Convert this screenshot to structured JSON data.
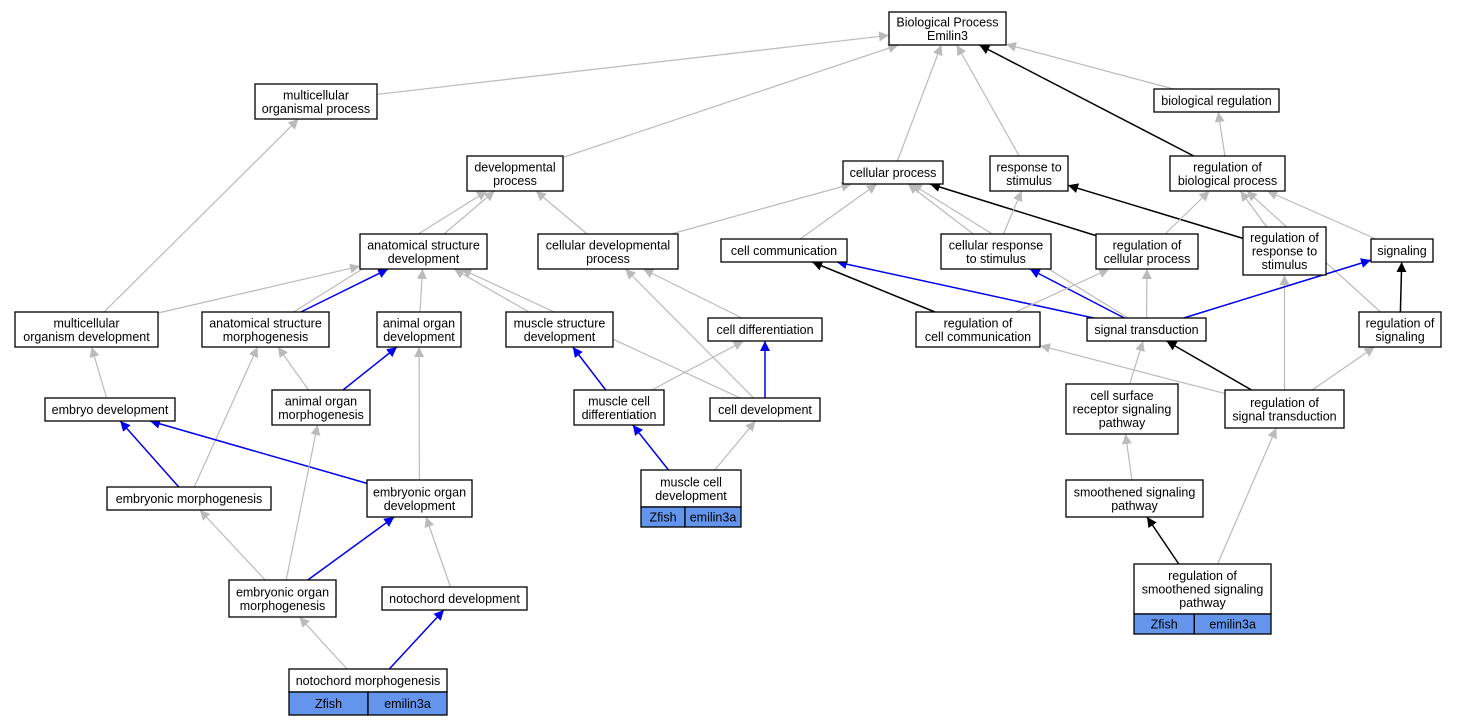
{
  "title_lines": [
    "Biological Process",
    "Emilin3"
  ],
  "colors": {
    "grey": "#bbbbbb",
    "black": "#000000",
    "blue": "#0000ee",
    "annotation": "#6495ed"
  },
  "nodes": [
    {
      "id": "root",
      "lines": [
        "Biological Process",
        "Emilin3"
      ]
    },
    {
      "id": "multicellular_organismal_process",
      "lines": [
        "multicellular",
        "organismal process"
      ]
    },
    {
      "id": "biological_regulation",
      "lines": [
        "biological regulation"
      ]
    },
    {
      "id": "developmental_process",
      "lines": [
        "developmental",
        "process"
      ]
    },
    {
      "id": "cellular_process",
      "lines": [
        "cellular process"
      ]
    },
    {
      "id": "response_to_stimulus",
      "lines": [
        "response to",
        "stimulus"
      ]
    },
    {
      "id": "regulation_of_biological_process",
      "lines": [
        "regulation of",
        "biological process"
      ]
    },
    {
      "id": "anatomical_structure_development",
      "lines": [
        "anatomical structure",
        "development"
      ]
    },
    {
      "id": "cellular_developmental_process",
      "lines": [
        "cellular developmental",
        "process"
      ]
    },
    {
      "id": "cell_communication",
      "lines": [
        "cell communication"
      ]
    },
    {
      "id": "cellular_response_to_stimulus",
      "lines": [
        "cellular response",
        "to stimulus"
      ]
    },
    {
      "id": "regulation_of_cellular_process",
      "lines": [
        "regulation of",
        "cellular process"
      ]
    },
    {
      "id": "regulation_of_response_to_stimulus",
      "lines": [
        "regulation of",
        "response to",
        "stimulus"
      ]
    },
    {
      "id": "signaling",
      "lines": [
        "signaling"
      ]
    },
    {
      "id": "multicellular_organism_development",
      "lines": [
        "multicellular",
        "organism development"
      ]
    },
    {
      "id": "anatomical_structure_morphogenesis",
      "lines": [
        "anatomical structure",
        "morphogenesis"
      ]
    },
    {
      "id": "animal_organ_development",
      "lines": [
        "animal organ",
        "development"
      ]
    },
    {
      "id": "muscle_structure_development",
      "lines": [
        "muscle structure",
        "development"
      ]
    },
    {
      "id": "cell_differentiation",
      "lines": [
        "cell differentiation"
      ]
    },
    {
      "id": "regulation_of_cell_communication",
      "lines": [
        "regulation of",
        "cell communication"
      ]
    },
    {
      "id": "signal_transduction",
      "lines": [
        "signal transduction"
      ]
    },
    {
      "id": "regulation_of_signaling",
      "lines": [
        "regulation of",
        "signaling"
      ]
    },
    {
      "id": "embryo_development",
      "lines": [
        "embryo development"
      ]
    },
    {
      "id": "animal_organ_morphogenesis",
      "lines": [
        "animal organ",
        "morphogenesis"
      ]
    },
    {
      "id": "muscle_cell_differentiation",
      "lines": [
        "muscle cell",
        "differentiation"
      ]
    },
    {
      "id": "cell_development",
      "lines": [
        "cell development"
      ]
    },
    {
      "id": "cell_surface_receptor_signaling_pathway",
      "lines": [
        "cell surface",
        "receptor signaling",
        "pathway"
      ]
    },
    {
      "id": "regulation_of_signal_transduction",
      "lines": [
        "regulation of",
        "signal transduction"
      ]
    },
    {
      "id": "embryonic_morphogenesis",
      "lines": [
        "embryonic morphogenesis"
      ]
    },
    {
      "id": "embryonic_organ_development",
      "lines": [
        "embryonic organ",
        "development"
      ]
    },
    {
      "id": "muscle_cell_development",
      "lines": [
        "muscle cell",
        "development"
      ],
      "annotation": [
        "Zfish",
        "emilin3a"
      ]
    },
    {
      "id": "smoothened_signaling_pathway",
      "lines": [
        "smoothened signaling",
        "pathway"
      ]
    },
    {
      "id": "embryonic_organ_morphogenesis",
      "lines": [
        "embryonic organ",
        "morphogenesis"
      ]
    },
    {
      "id": "notochord_development",
      "lines": [
        "notochord development"
      ]
    },
    {
      "id": "regulation_of_smoothened_signaling_pathway",
      "lines": [
        "regulation of",
        "smoothened signaling",
        "pathway"
      ],
      "annotation": [
        "Zfish",
        "emilin3a"
      ]
    },
    {
      "id": "notochord_morphogenesis",
      "lines": [
        "notochord morphogenesis"
      ],
      "annotation": [
        "Zfish",
        "emilin3a"
      ]
    }
  ],
  "edges": [
    {
      "from": "multicellular_organismal_process",
      "to": "root",
      "color": "grey"
    },
    {
      "from": "developmental_process",
      "to": "root",
      "color": "grey"
    },
    {
      "from": "cellular_process",
      "to": "root",
      "color": "grey"
    },
    {
      "from": "response_to_stimulus",
      "to": "root",
      "color": "grey"
    },
    {
      "from": "regulation_of_biological_process",
      "to": "root",
      "color": "black"
    },
    {
      "from": "biological_regulation",
      "to": "root",
      "color": "grey"
    },
    {
      "from": "regulation_of_biological_process",
      "to": "biological_regulation",
      "color": "grey"
    },
    {
      "from": "multicellular_organism_development",
      "to": "multicellular_organismal_process",
      "color": "grey"
    },
    {
      "from": "anatomical_structure_development",
      "to": "developmental_process",
      "color": "grey"
    },
    {
      "from": "anatomical_structure_morphogenesis",
      "to": "developmental_process",
      "color": "grey"
    },
    {
      "from": "cellular_developmental_process",
      "to": "developmental_process",
      "color": "grey"
    },
    {
      "from": "cellular_developmental_process",
      "to": "cellular_process",
      "color": "grey"
    },
    {
      "from": "cell_communication",
      "to": "cellular_process",
      "color": "grey"
    },
    {
      "from": "cellular_response_to_stimulus",
      "to": "cellular_process",
      "color": "grey"
    },
    {
      "from": "regulation_of_cellular_process",
      "to": "cellular_process",
      "color": "black"
    },
    {
      "from": "signal_transduction",
      "to": "cellular_process",
      "color": "grey"
    },
    {
      "from": "cellular_response_to_stimulus",
      "to": "response_to_stimulus",
      "color": "grey"
    },
    {
      "from": "regulation_of_response_to_stimulus",
      "to": "response_to_stimulus",
      "color": "black"
    },
    {
      "from": "regulation_of_cellular_process",
      "to": "regulation_of_biological_process",
      "color": "grey"
    },
    {
      "from": "regulation_of_response_to_stimulus",
      "to": "regulation_of_biological_process",
      "color": "grey"
    },
    {
      "from": "signaling",
      "to": "regulation_of_biological_process",
      "color": "grey"
    },
    {
      "from": "regulation_of_signaling",
      "to": "regulation_of_biological_process",
      "color": "grey"
    },
    {
      "from": "multicellular_organism_development",
      "to": "anatomical_structure_development",
      "color": "grey"
    },
    {
      "from": "anatomical_structure_morphogenesis",
      "to": "anatomical_structure_development",
      "color": "blue"
    },
    {
      "from": "animal_organ_development",
      "to": "anatomical_structure_development",
      "color": "grey"
    },
    {
      "from": "muscle_structure_development",
      "to": "anatomical_structure_development",
      "color": "grey"
    },
    {
      "from": "cell_development",
      "to": "anatomical_structure_development",
      "color": "grey"
    },
    {
      "from": "cell_differentiation",
      "to": "cellular_developmental_process",
      "color": "grey"
    },
    {
      "from": "cell_development",
      "to": "cellular_developmental_process",
      "color": "grey"
    },
    {
      "from": "regulation_of_cell_communication",
      "to": "cell_communication",
      "color": "black"
    },
    {
      "from": "signal_transduction",
      "to": "cell_communication",
      "color": "blue"
    },
    {
      "from": "signal_transduction",
      "to": "cellular_response_to_stimulus",
      "color": "blue"
    },
    {
      "from": "regulation_of_cell_communication",
      "to": "regulation_of_cellular_process",
      "color": "grey"
    },
    {
      "from": "signal_transduction",
      "to": "regulation_of_cellular_process",
      "color": "grey"
    },
    {
      "from": "regulation_of_signal_transduction",
      "to": "regulation_of_response_to_stimulus",
      "color": "grey"
    },
    {
      "from": "signal_transduction",
      "to": "signaling",
      "color": "blue"
    },
    {
      "from": "regulation_of_signaling",
      "to": "signaling",
      "color": "black"
    },
    {
      "from": "embryo_development",
      "to": "multicellular_organism_development",
      "color": "grey"
    },
    {
      "from": "embryonic_morphogenesis",
      "to": "anatomical_structure_morphogenesis",
      "color": "grey"
    },
    {
      "from": "animal_organ_morphogenesis",
      "to": "anatomical_structure_morphogenesis",
      "color": "grey"
    },
    {
      "from": "animal_organ_morphogenesis",
      "to": "animal_organ_development",
      "color": "blue"
    },
    {
      "from": "embryonic_organ_development",
      "to": "animal_organ_development",
      "color": "grey"
    },
    {
      "from": "muscle_cell_differentiation",
      "to": "muscle_structure_development",
      "color": "blue"
    },
    {
      "from": "muscle_cell_differentiation",
      "to": "cell_differentiation",
      "color": "grey"
    },
    {
      "from": "cell_development",
      "to": "cell_differentiation",
      "color": "blue"
    },
    {
      "from": "regulation_of_signal_transduction",
      "to": "regulation_of_cell_communication",
      "color": "grey"
    },
    {
      "from": "cell_surface_receptor_signaling_pathway",
      "to": "signal_transduction",
      "color": "grey"
    },
    {
      "from": "regulation_of_signal_transduction",
      "to": "signal_transduction",
      "color": "black"
    },
    {
      "from": "regulation_of_signal_transduction",
      "to": "regulation_of_signaling",
      "color": "grey"
    },
    {
      "from": "embryonic_morphogenesis",
      "to": "embryo_development",
      "color": "blue"
    },
    {
      "from": "embryonic_organ_development",
      "to": "embryo_development",
      "color": "blue"
    },
    {
      "from": "embryonic_organ_morphogenesis",
      "to": "animal_organ_morphogenesis",
      "color": "grey"
    },
    {
      "from": "muscle_cell_development",
      "to": "muscle_cell_differentiation",
      "color": "blue"
    },
    {
      "from": "muscle_cell_development",
      "to": "cell_development",
      "color": "grey"
    },
    {
      "from": "smoothened_signaling_pathway",
      "to": "cell_surface_receptor_signaling_pathway",
      "color": "grey"
    },
    {
      "from": "regulation_of_smoothened_signaling_pathway",
      "to": "regulation_of_signal_transduction",
      "color": "grey"
    },
    {
      "from": "embryonic_organ_morphogenesis",
      "to": "embryonic_morphogenesis",
      "color": "grey"
    },
    {
      "from": "embryonic_organ_morphogenesis",
      "to": "embryonic_organ_development",
      "color": "blue"
    },
    {
      "from": "notochord_development",
      "to": "embryonic_organ_development",
      "color": "grey"
    },
    {
      "from": "regulation_of_smoothened_signaling_pathway",
      "to": "smoothened_signaling_pathway",
      "color": "black"
    },
    {
      "from": "notochord_morphogenesis",
      "to": "embryonic_organ_morphogenesis",
      "color": "grey"
    },
    {
      "from": "notochord_morphogenesis",
      "to": "notochord_development",
      "color": "blue"
    }
  ]
}
